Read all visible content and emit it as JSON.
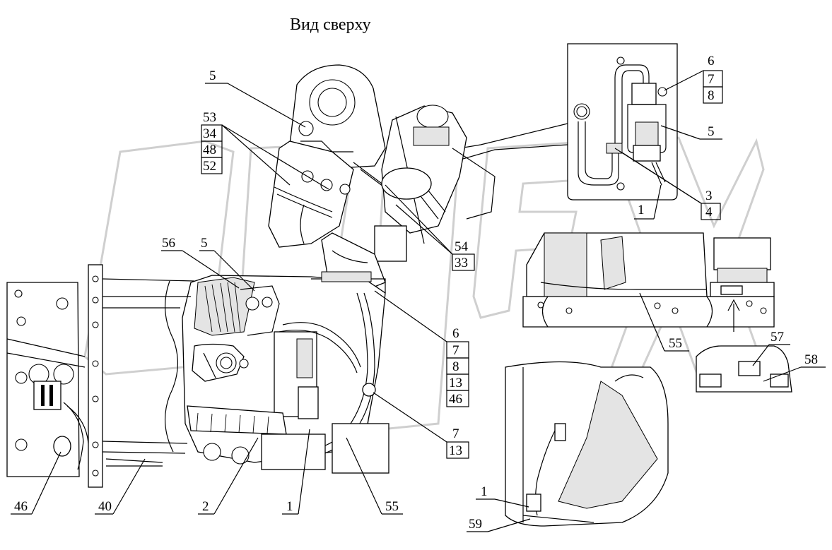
{
  "title": "Вид сверху",
  "labels": {
    "l5_top": "5",
    "l53": "53",
    "l34": "34",
    "l48": "48",
    "l52": "52",
    "l56": "56",
    "l5_mid": "5",
    "l6_inset": "6",
    "l7_inset": "7",
    "l8_inset": "8",
    "l5_inset": "5",
    "l3_inset": "3",
    "l4_inset": "4",
    "l1_inset": "1",
    "l54": "54",
    "l33": "33",
    "l6_main": "6",
    "l7_main": "7",
    "l8_main": "8",
    "l13_main": "13",
    "l46_main": "46",
    "l7_low": "7",
    "l13_low": "13",
    "l55_right": "55",
    "l57": "57",
    "l58": "58",
    "l46_bottom": "46",
    "l40": "40",
    "l2": "2",
    "l1_bottom": "1",
    "l55_bottom": "55",
    "l1_detail": "1",
    "l59": "59"
  }
}
